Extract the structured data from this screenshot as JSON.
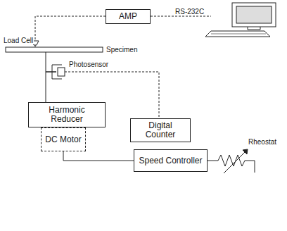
{
  "diagram": {
    "nodes": [
      {
        "text": [
          "AMP"
        ]
      },
      {
        "text": [
          "Harmonic Reducer"
        ]
      },
      {
        "text": [
          "DC Motor"
        ]
      },
      {
        "text": [
          "Digital Counter"
        ]
      },
      {
        "text": [
          "Speed Controller"
        ]
      }
    ],
    "edges": [
      {
        "from": 2,
        "to": 4,
        "arrow": "none"
      }
    ],
    "labels": [
      "RS-232C",
      "Load Cell",
      "Specimen",
      "Photosensor",
      "Rheostat"
    ]
  }
}
